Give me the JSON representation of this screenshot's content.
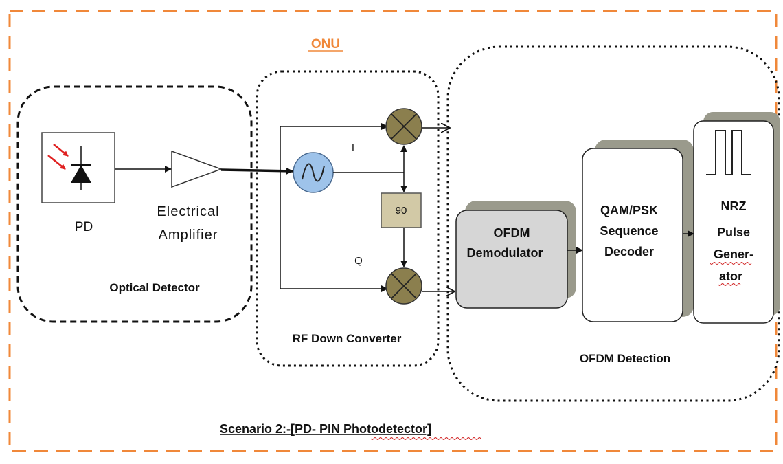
{
  "title": "ONU",
  "caption": {
    "scenario": "Scenario 2:-",
    "detail": "[PD- PIN Photodetector]"
  },
  "groups": {
    "optical_detector": "Optical Detector",
    "rf_down_converter": "RF Down Converter",
    "ofdm_detection": "OFDM Detection"
  },
  "blocks": {
    "pd": "PD",
    "amplifier_line1": "Electrical",
    "amplifier_line2": "Amplifier",
    "phase_shift": "90",
    "i_branch": "I",
    "q_branch": "Q",
    "ofdm_demod_line1": "OFDM",
    "ofdm_demod_line2": "Demodulator",
    "decoder_line1": "QAM/PSK",
    "decoder_line2": "Sequence",
    "decoder_line3": "Decoder",
    "nrz_line1": "NRZ",
    "nrz_line2": "Pulse",
    "nrz_line3": "Gener-",
    "nrz_line4": "ator"
  },
  "colors": {
    "outer_border": "#f0883a",
    "mixer_fill": "#8b7f4e",
    "oscillator_fill": "#9ec3ea",
    "phase_box_fill": "#d2c9a6",
    "demod_fill": "#d6d6d6",
    "shadow": "#9a9a8c",
    "arrow_red": "#e02020"
  }
}
